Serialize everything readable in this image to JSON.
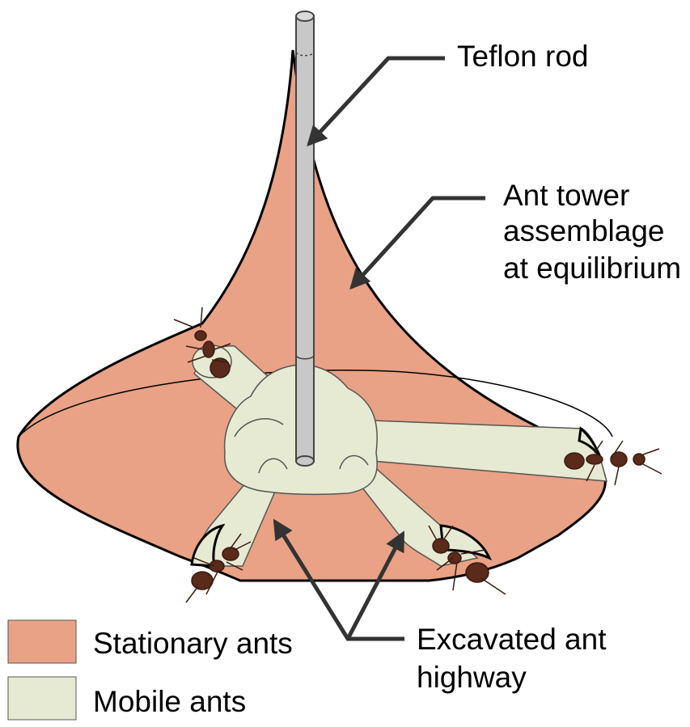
{
  "labels": {
    "teflon_rod": "Teflon rod",
    "tower_line1": "Ant tower",
    "tower_line2": "assemblage",
    "tower_line3": "at equilibrium",
    "highway_line1": "Excavated ant",
    "highway_line2": "highway"
  },
  "legend": [
    {
      "label": "Stationary ants",
      "color": "#E9A285"
    },
    {
      "label": "Mobile ants",
      "color": "#E6EAD2"
    }
  ],
  "colors": {
    "stationary": "#E9A285",
    "mobile": "#E6EAD2",
    "rod": "#C8C8C8",
    "ant": "#5A2A1A"
  }
}
